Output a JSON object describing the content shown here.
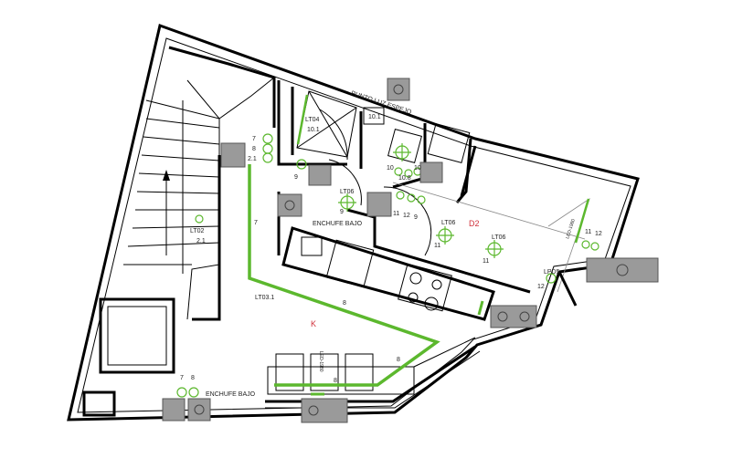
{
  "plan": {
    "rooms": {
      "kitchen": "K",
      "bedroom": "D2"
    },
    "labels": {
      "punto_luz_espejo": "PUNTO LUZ ESPEJO",
      "enchufe_bajo_1": "ENCHUFE BAJO",
      "enchufe_bajo_2": "ENCHUFE BAJO",
      "lt04": "LT04",
      "lt04_n": "10.1",
      "lt02": "LT02",
      "lt02_n": "2.1",
      "lt03": "LT03.1",
      "lt06_a": "LT06",
      "lt06_b": "LT06",
      "lt06_c": "LT06",
      "lpd5": "LPD5",
      "n_21": "2.1",
      "n_7a": "7",
      "n_8a": "8",
      "n_9a": "9",
      "n_9b": "9",
      "n_7b": "7",
      "n_8b": "8",
      "n_8c": "8",
      "n_8d": "8",
      "n_10a": "10",
      "n_108": "10.8",
      "n_10b": "10",
      "n_11a": "11",
      "n_12a": "12",
      "n_9c": "9",
      "n_11b": "11",
      "n_11c": "11",
      "n_11d": "11",
      "n_12b": "12",
      "n_12c": "12",
      "n_7c": "7",
      "n_8e": "8",
      "n_10_1b": "10.1",
      "led1": "LED-1980",
      "led2": "LED-1980"
    },
    "colors": {
      "wiring": "#5cb82e",
      "room_label": "#d0303a",
      "device_box": "#9a9a9a"
    }
  }
}
